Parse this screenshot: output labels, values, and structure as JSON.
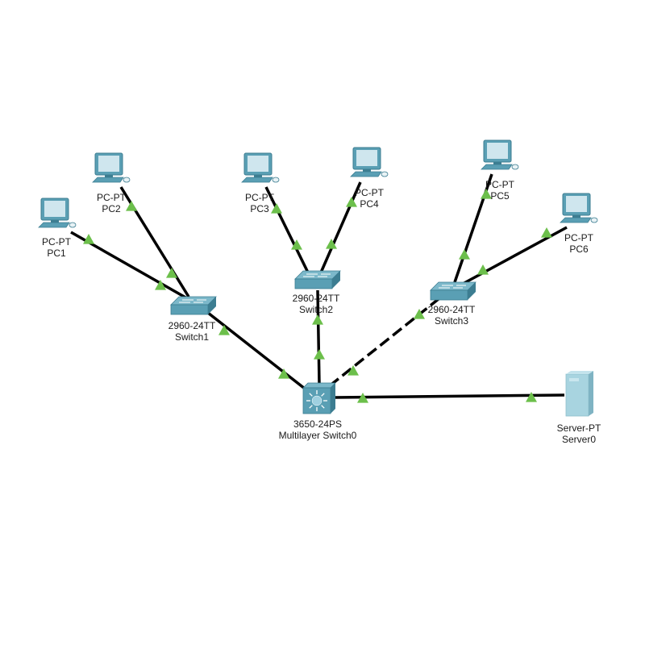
{
  "topology": {
    "devices": [
      {
        "id": "PC1",
        "model": "PC-PT",
        "name": "PC1",
        "type": "pc"
      },
      {
        "id": "PC2",
        "model": "PC-PT",
        "name": "PC2",
        "type": "pc"
      },
      {
        "id": "PC3",
        "model": "PC-PT",
        "name": "PC3",
        "type": "pc"
      },
      {
        "id": "PC4",
        "model": "PC-PT",
        "name": "PC4",
        "type": "pc"
      },
      {
        "id": "PC5",
        "model": "PC-PT",
        "name": "PC5",
        "type": "pc"
      },
      {
        "id": "PC6",
        "model": "PC-PT",
        "name": "PC6",
        "type": "pc"
      },
      {
        "id": "Switch1",
        "model": "2960-24TT",
        "name": "Switch1",
        "type": "switch"
      },
      {
        "id": "Switch2",
        "model": "2960-24TT",
        "name": "Switch2",
        "type": "switch"
      },
      {
        "id": "Switch3",
        "model": "2960-24TT",
        "name": "Switch3",
        "type": "switch"
      },
      {
        "id": "MLS0",
        "model": "3650-24PS",
        "name": "Multilayer Switch0",
        "type": "multilayer"
      },
      {
        "id": "Server0",
        "model": "Server-PT",
        "name": "Server0",
        "type": "server"
      }
    ],
    "links": [
      {
        "from": "PC1",
        "to": "Switch1",
        "style": "solid",
        "status": "up"
      },
      {
        "from": "PC2",
        "to": "Switch1",
        "style": "solid",
        "status": "up"
      },
      {
        "from": "PC3",
        "to": "Switch2",
        "style": "solid",
        "status": "up"
      },
      {
        "from": "PC4",
        "to": "Switch2",
        "style": "solid",
        "status": "up"
      },
      {
        "from": "PC5",
        "to": "Switch3",
        "style": "solid",
        "status": "up"
      },
      {
        "from": "PC6",
        "to": "Switch3",
        "style": "solid",
        "status": "up"
      },
      {
        "from": "Switch1",
        "to": "MLS0",
        "style": "solid",
        "status": "up"
      },
      {
        "from": "Switch2",
        "to": "MLS0",
        "style": "solid",
        "status": "up"
      },
      {
        "from": "Switch3",
        "to": "MLS0",
        "style": "dashed",
        "status": "up"
      },
      {
        "from": "MLS0",
        "to": "Server0",
        "style": "solid",
        "status": "up"
      }
    ],
    "colors": {
      "link": "#000000",
      "port_up": "#6cbf4b",
      "device_teal": "#5a9fb4",
      "device_dark": "#3c7d91",
      "screen": "#cfe6ee",
      "server": "#a8d4e0"
    }
  }
}
